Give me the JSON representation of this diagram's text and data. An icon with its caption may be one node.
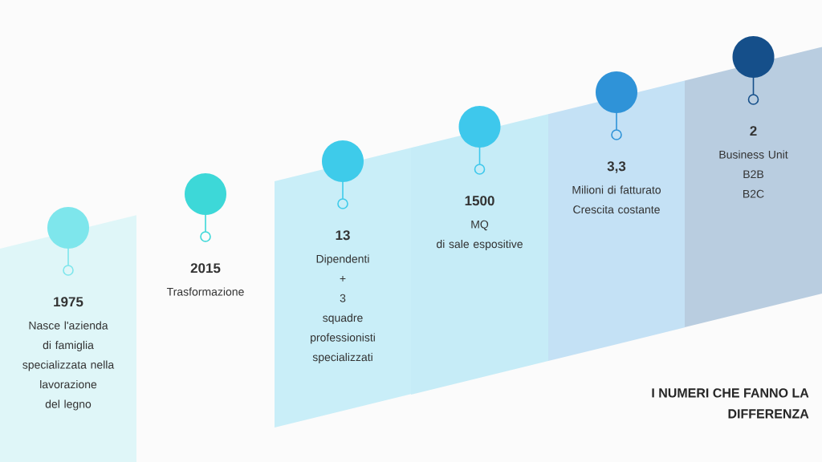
{
  "diagram": {
    "title": "I NUMERI CHE FANNO LA DIFFERENZA",
    "nodes": [
      {
        "text": [
          "1975",
          "Nasce l'azienda di famiglia specializzata nella lavorazione del legno"
        ]
      },
      {
        "text": [
          "2015",
          "Trasformazione"
        ]
      },
      {
        "text": [
          "13",
          "Dipendenti",
          "+",
          "3",
          "squadre professionisti specializzati"
        ]
      },
      {
        "text": [
          "1500",
          "MQ",
          "di sale espositive"
        ]
      },
      {
        "text": [
          "3,3",
          "Milioni di fatturato",
          "Crescita costante"
        ]
      },
      {
        "text": [
          "2",
          "Business Unit",
          "B2B",
          "B2C"
        ]
      }
    ]
  }
}
